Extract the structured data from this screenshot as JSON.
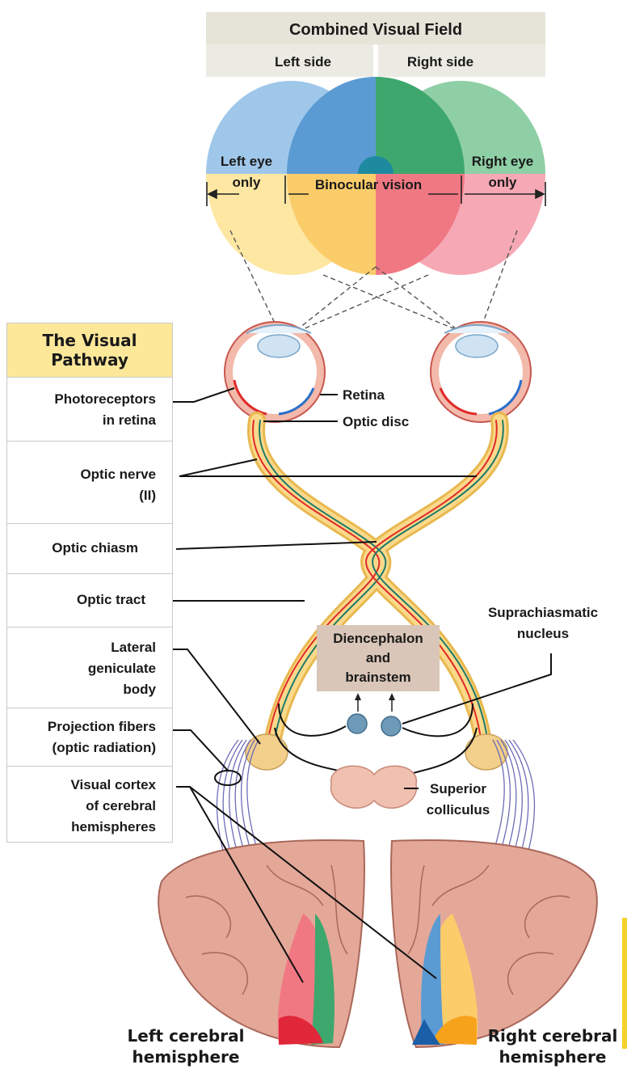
{
  "visual_field": {
    "title": "Combined Visual Field",
    "left_side": "Left side",
    "right_side": "Right side",
    "left_eye_only_1": "Left eye",
    "left_eye_only_2": "only",
    "right_eye_only_1": "Right eye",
    "right_eye_only_2": "only",
    "binocular": "Binocular vision"
  },
  "legend_panel": {
    "title_1": "The Visual",
    "title_2": "Pathway",
    "rows": [
      {
        "line1": "Photoreceptors",
        "line2": "in retina"
      },
      {
        "line1": "Optic nerve",
        "line2": "(II)"
      },
      {
        "line1": "Optic chiasm"
      },
      {
        "line1": "Optic tract"
      },
      {
        "line1": "Lateral",
        "line2": "geniculate",
        "line3": "body"
      },
      {
        "line1": "Projection fibers",
        "line2": "(optic radiation)"
      },
      {
        "line1": "Visual cortex",
        "line2": "of cerebral",
        "line3": "hemispheres"
      }
    ]
  },
  "labels": {
    "retina": "Retina",
    "optic_disc": "Optic disc",
    "diencephalon_1": "Diencephalon",
    "diencephalon_2": "and",
    "diencephalon_3": "brainstem",
    "suprachiasmatic_1": "Suprachiasmatic",
    "suprachiasmatic_2": "nucleus",
    "superior_colliculus_1": "Superior",
    "superior_colliculus_2": "colliculus",
    "left_hemi_1": "Left cerebral",
    "left_hemi_2": "hemisphere",
    "right_hemi_1": "Right cerebral",
    "right_hemi_2": "hemisphere"
  },
  "colors": {
    "left_field_blue": "#7fb3df",
    "right_field_green": "#6fbf8f",
    "left_eye_yellow": "#fde7a2",
    "right_eye_pink": "#f6a8b4",
    "nerve_yellow": "#f9d27a",
    "brain_pink": "#e4a898",
    "panel_header": "#fde89a",
    "field_header": "#e6e4d8",
    "diencephalon_box": "#d9c6b8"
  }
}
